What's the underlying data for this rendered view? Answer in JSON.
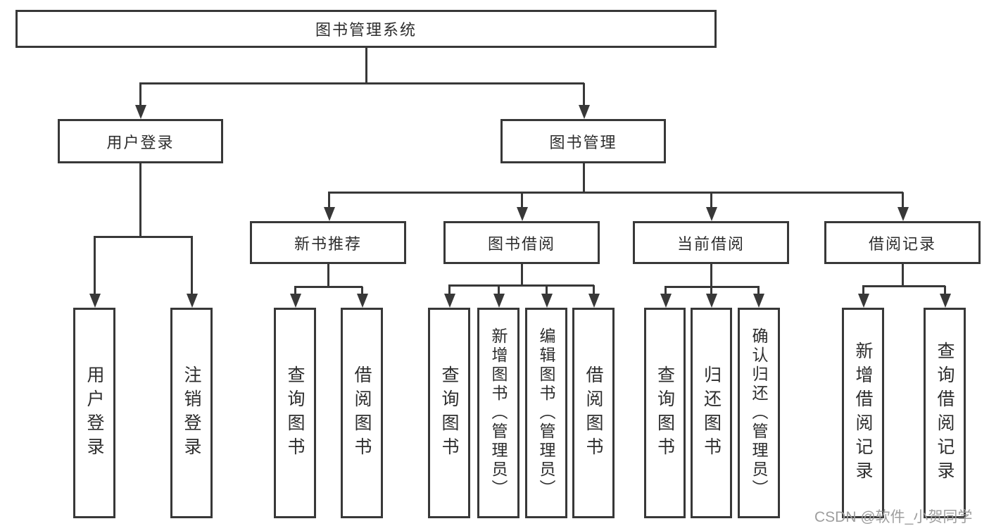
{
  "diagram": {
    "title": "图书管理系统",
    "branches": [
      {
        "label": "用户登录",
        "children": [
          {
            "label": "用户登录"
          },
          {
            "label": "注销登录"
          }
        ]
      },
      {
        "label": "图书管理",
        "children": [
          {
            "label": "新书推荐",
            "children": [
              {
                "label": "查询图书"
              },
              {
                "label": "借阅图书"
              }
            ]
          },
          {
            "label": "图书借阅",
            "children": [
              {
                "label": "查询图书"
              },
              {
                "label": "新增图书（管理员）"
              },
              {
                "label": "编辑图书（管理员）"
              },
              {
                "label": "借阅图书"
              }
            ]
          },
          {
            "label": "当前借阅",
            "children": [
              {
                "label": "查询图书"
              },
              {
                "label": "归还图书"
              },
              {
                "label": "确认归还（管理员）"
              }
            ]
          },
          {
            "label": "借阅记录",
            "children": [
              {
                "label": "新增借阅记录"
              },
              {
                "label": "查询借阅记录"
              }
            ]
          }
        ]
      }
    ]
  },
  "watermark": {
    "text": "CSDN @软件_小贺同学"
  },
  "colors": {
    "line": "#383838",
    "text": "#2d2d2d",
    "watermark": "#9e9e9e",
    "background": "#ffffff"
  }
}
